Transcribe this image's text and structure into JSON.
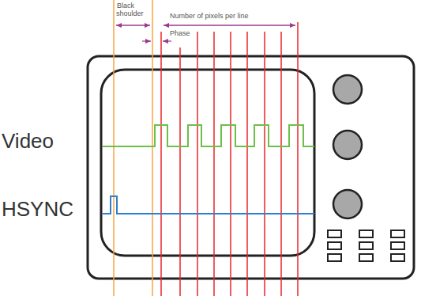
{
  "diagram": {
    "labels": [
      "Black shoulder",
      "Number of pixels per line",
      "Phase",
      "Video",
      "HSYNC"
    ]
  }
}
